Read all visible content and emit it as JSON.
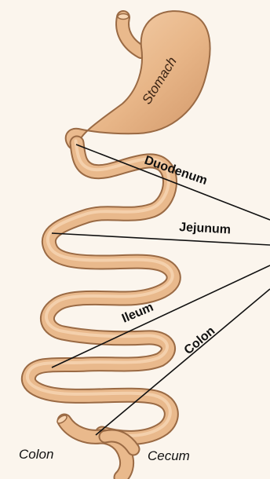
{
  "colors": {
    "background": "#fbf5ed",
    "tissue": "#e9b98c",
    "tissue_highlight": "#f6d4b1",
    "outline": "#9a6a44",
    "leader": "#111111"
  },
  "labels": {
    "stomach": "Stomach",
    "duodenum": "Duodenum",
    "jejunum": "Jejunum",
    "ileum": "Ileum",
    "colon_diag": "Colon",
    "colon_bottom": "Colon",
    "cecum": "Cecum"
  }
}
